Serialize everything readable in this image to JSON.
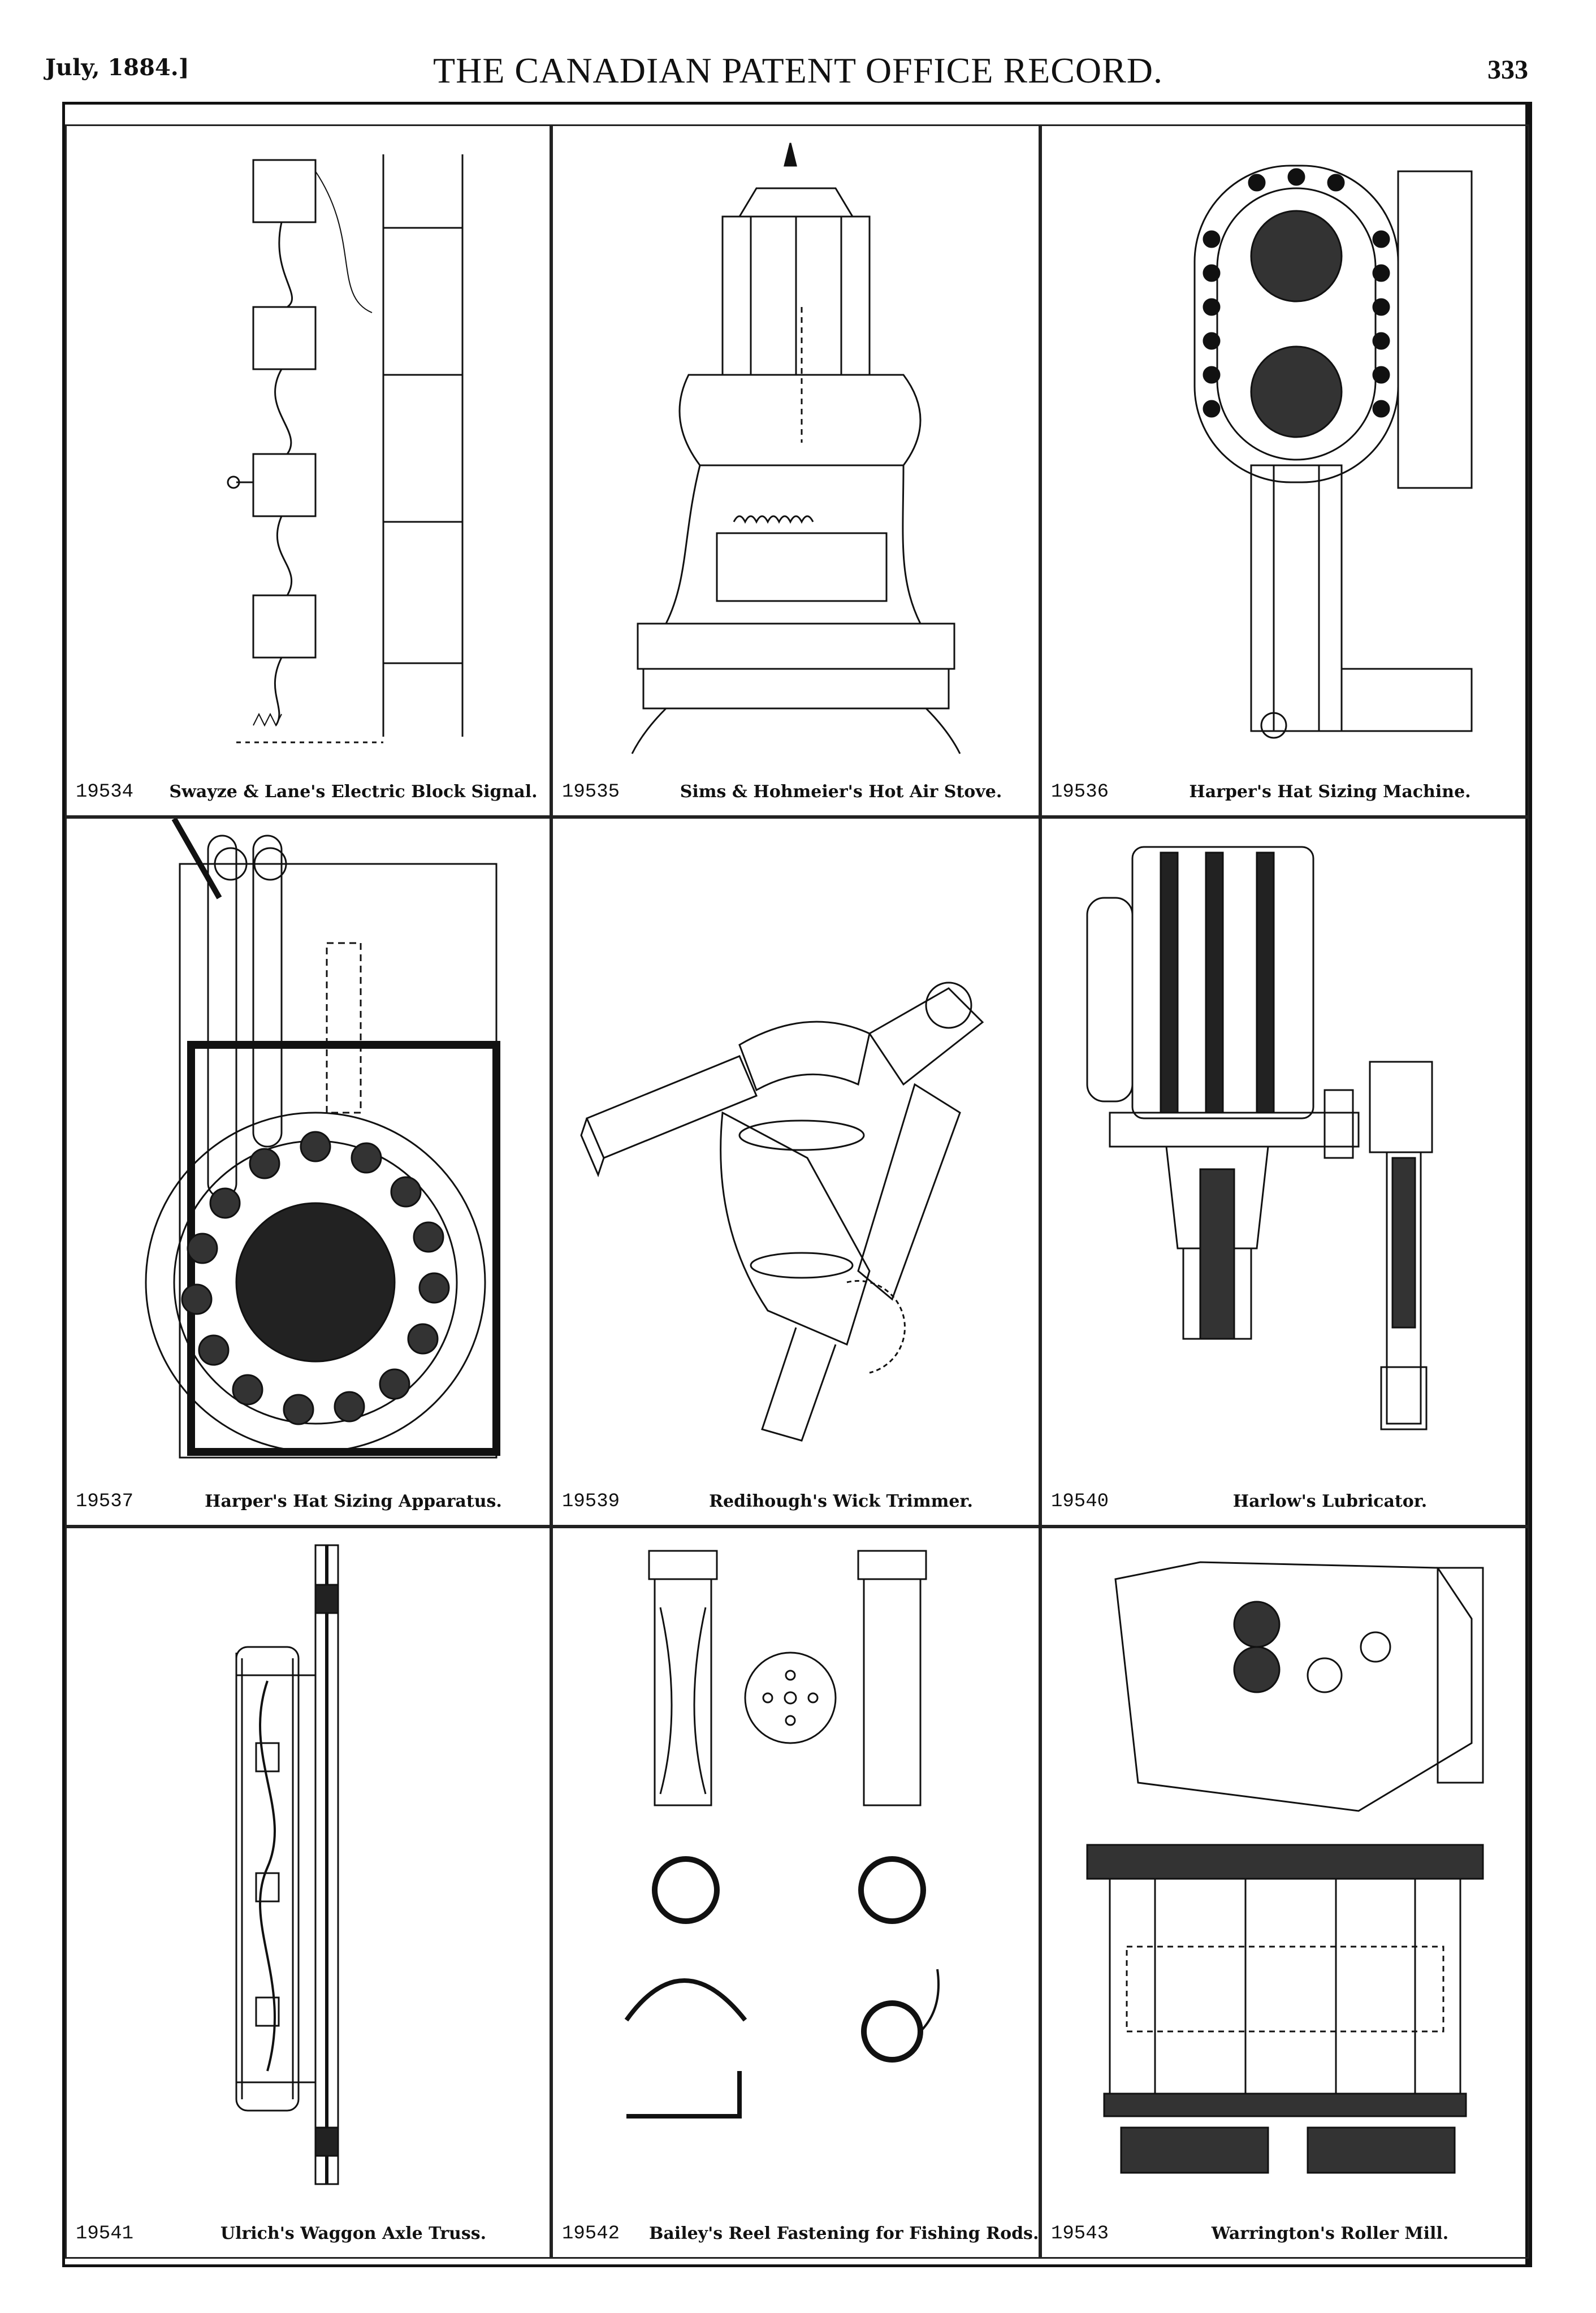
{
  "header": {
    "date": "July, 1884.]",
    "title": "THE CANADIAN PATENT OFFICE RECORD.",
    "page_number": "333"
  },
  "patents": [
    {
      "number": "19534",
      "title": "Swayze & Lane's Electric Block Signal.",
      "icon": "block-signal-drawing"
    },
    {
      "number": "19535",
      "title": "Sims & Hohmeier's Hot Air Stove.",
      "icon": "stove-drawing"
    },
    {
      "number": "19536",
      "title": "Harper's Hat Sizing Machine.",
      "icon": "sizing-machine-drawing"
    },
    {
      "number": "19537",
      "title": "Harper's Hat Sizing Apparatus.",
      "icon": "sizing-apparatus-drawing"
    },
    {
      "number": "19539",
      "title": "Redihough's Wick Trimmer.",
      "icon": "wick-trimmer-drawing"
    },
    {
      "number": "19540",
      "title": "Harlow's Lubricator.",
      "icon": "lubricator-drawing"
    },
    {
      "number": "19541",
      "title": "Ulrich's Waggon Axle Truss.",
      "icon": "axle-truss-drawing"
    },
    {
      "number": "19542",
      "title": "Bailey's Reel Fastening for Fishing Rods.",
      "icon": "reel-fastening-drawing"
    },
    {
      "number": "19543",
      "title": "Warrington's Roller Mill.",
      "icon": "roller-mill-drawing"
    }
  ]
}
